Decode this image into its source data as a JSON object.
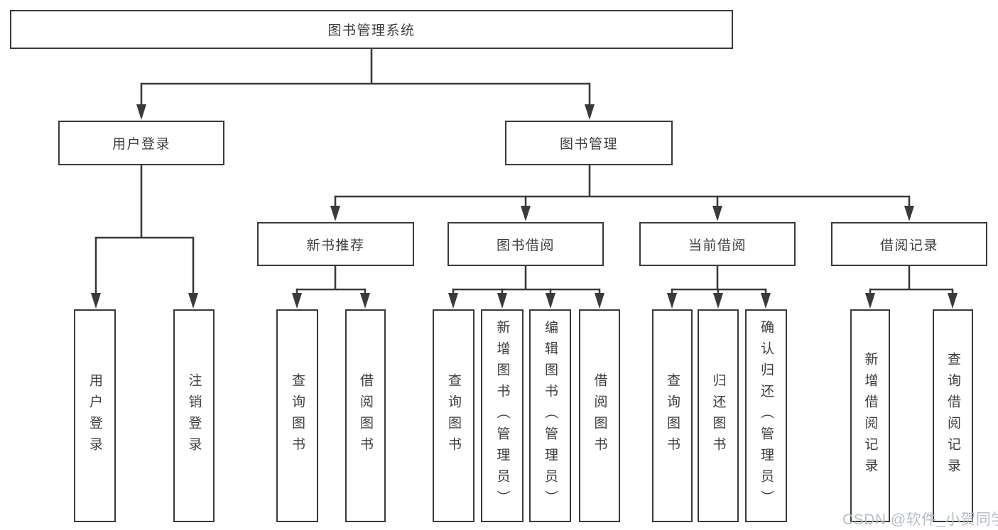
{
  "diagram": {
    "colors": {
      "line": "#3a3a3a",
      "text": "#3d3d3d",
      "box_background": "#ffffff",
      "watermark": "#b7bdc4"
    },
    "tree": {
      "label": "图书管理系统",
      "children": [
        {
          "label": "用户登录",
          "children": [
            {
              "label": "用户登录"
            },
            {
              "label": "注销登录"
            }
          ]
        },
        {
          "label": "图书管理",
          "children": [
            {
              "label": "新书推荐",
              "children": [
                {
                  "label": "查询图书"
                },
                {
                  "label": "借阅图书"
                }
              ]
            },
            {
              "label": "图书借阅",
              "children": [
                {
                  "label": "查询图书"
                },
                {
                  "label": "新增图书（管理员）"
                },
                {
                  "label": "编辑图书（管理员）"
                },
                {
                  "label": "借阅图书"
                }
              ]
            },
            {
              "label": "当前借阅",
              "children": [
                {
                  "label": "查询图书"
                },
                {
                  "label": "归还图书"
                },
                {
                  "label": "确认归还（管理员）"
                }
              ]
            },
            {
              "label": "借阅记录",
              "children": [
                {
                  "label": "新增借阅记录"
                },
                {
                  "label": "查询借阅记录"
                }
              ]
            }
          ]
        }
      ]
    },
    "watermark": {
      "text": "CSDN @软件_小贺同学"
    }
  }
}
